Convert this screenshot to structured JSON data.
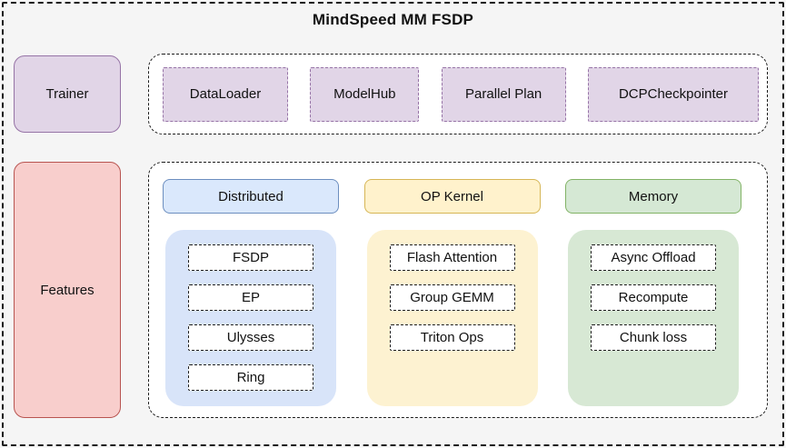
{
  "title": "MindSpeed MM FSDP",
  "left_column": {
    "trainer_label": "Trainer",
    "features_label": "Features"
  },
  "components_row": {
    "items": [
      {
        "label": "DataLoader"
      },
      {
        "label": "ModelHub"
      },
      {
        "label": "Parallel Plan"
      },
      {
        "label": "DCPCheckpointer"
      }
    ]
  },
  "features_section": {
    "columns": [
      {
        "header": "Distributed",
        "theme": "blue",
        "items": [
          "FSDP",
          "EP",
          "Ulysses",
          "Ring"
        ]
      },
      {
        "header": "OP Kernel",
        "theme": "yellow",
        "items": [
          "Flash Attention",
          "Group GEMM",
          "Triton Ops"
        ]
      },
      {
        "header": "Memory",
        "theme": "green",
        "items": [
          "Async Offload",
          "Recompute",
          "Chunk loss"
        ]
      }
    ]
  },
  "colors": {
    "canvas_background": "#f5f5f5",
    "container_background": "#ffffff",
    "purple_fill": "#e1d5e7",
    "purple_border": "#9673a6",
    "pink_fill": "#f8cecc",
    "pink_border": "#b85450",
    "blue_fill": "#dae8fc",
    "blue_border": "#6c8ebf",
    "yellow_fill": "#fff2cc",
    "yellow_border": "#d6b656",
    "green_fill": "#d5e8d4",
    "green_border": "#82b366",
    "dashed_border": "#1c1c1c"
  }
}
